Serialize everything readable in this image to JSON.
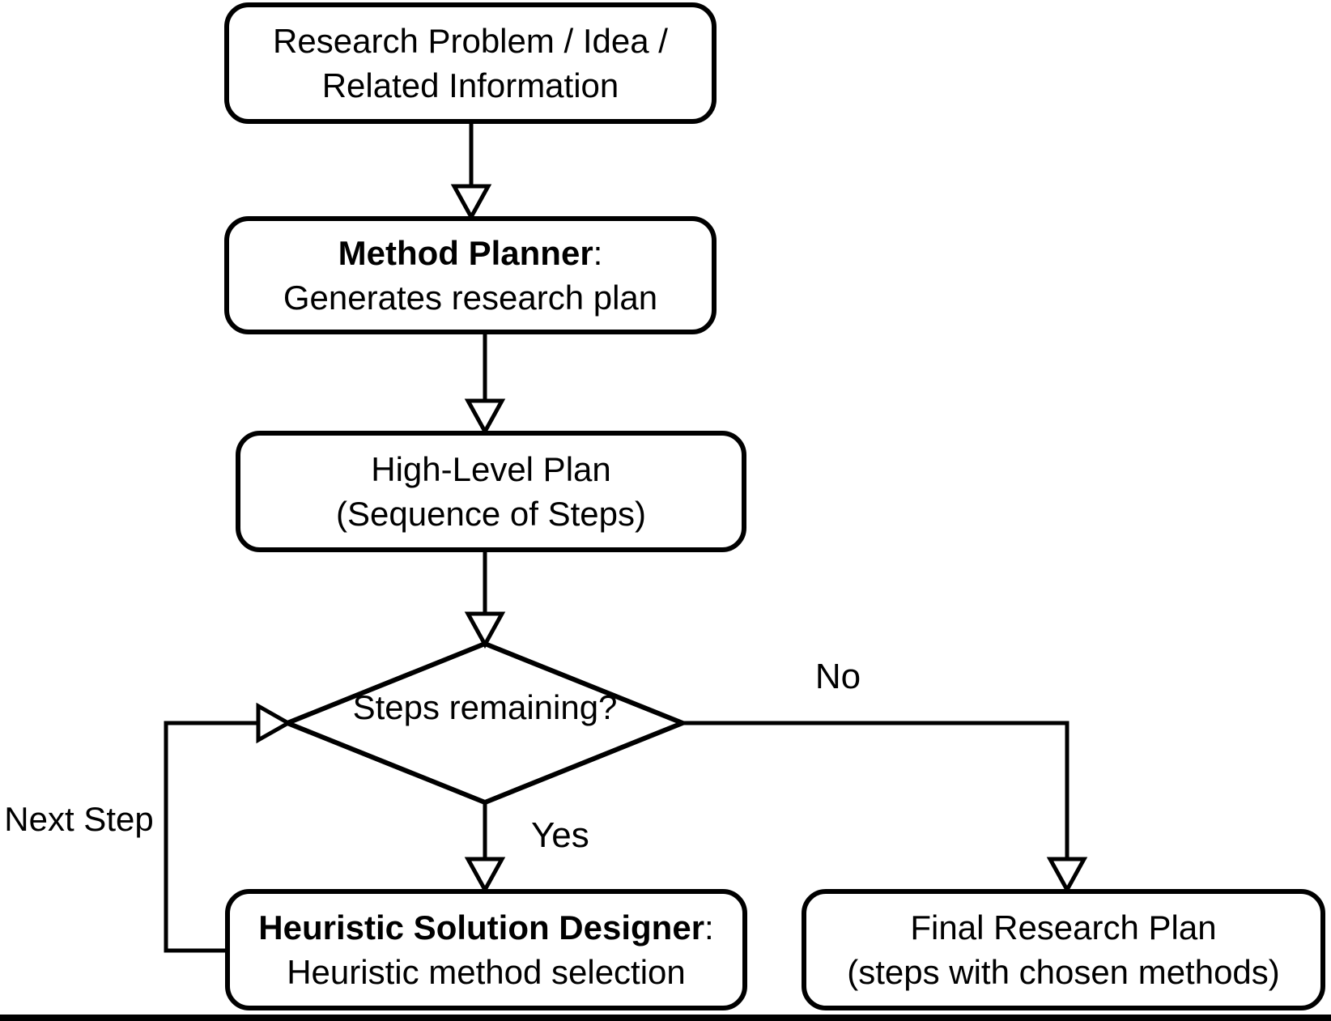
{
  "figure": {
    "background": "#ffffff",
    "line_color": "#000000"
  },
  "nodes": {
    "research_problem": {
      "line1": "Research Problem / Idea /",
      "line2": "Related Information"
    },
    "method_planner": {
      "title": "Method Planner",
      "colon": ":",
      "desc": "Generates research plan"
    },
    "high_level_plan": {
      "line1": "High-Level Plan",
      "line2": "(Sequence of Steps)"
    },
    "decision": {
      "label": "Steps remaining?"
    },
    "heuristic_designer": {
      "title": "Heuristic Solution Designer",
      "colon": ":",
      "desc": "Heuristic method selection"
    },
    "final_plan": {
      "line1": "Final Research Plan",
      "line2": "(steps with chosen methods)"
    }
  },
  "edges": {
    "no_label": "No",
    "yes_label": "Yes",
    "next_step_label": "Next Step"
  }
}
